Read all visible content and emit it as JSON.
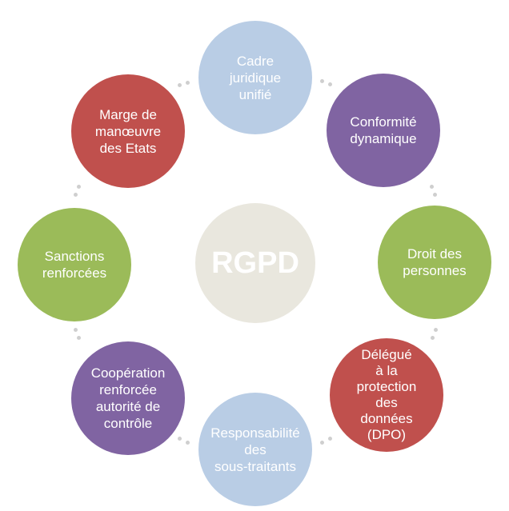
{
  "center": {
    "label": "RGPD"
  },
  "nodes": [
    {
      "id": "cadre-juridique",
      "label": "Cadre\njuridique\nunifié",
      "color": "#b9cde5"
    },
    {
      "id": "conformite",
      "label": "Conformité\ndynamique",
      "color": "#8064a2"
    },
    {
      "id": "droit-personnes",
      "label": "Droit des\npersonnes",
      "color": "#9bbb59"
    },
    {
      "id": "dpo",
      "label": "Délégué\nà la\nprotection\ndes\ndonnées\n(DPO)",
      "color": "#c0504d"
    },
    {
      "id": "responsabilite",
      "label": "Responsabilité\ndes\nsous-traitants",
      "color": "#b9cde5"
    },
    {
      "id": "cooperation",
      "label": "Coopération\nrenforcée\nautorité de\ncontrôle",
      "color": "#8064a2"
    },
    {
      "id": "sanctions",
      "label": "Sanctions\nrenforcées",
      "color": "#9bbb59"
    },
    {
      "id": "marge-manoeuvre",
      "label": "Marge de\nmanœuvre\ndes Etats",
      "color": "#c0504d"
    }
  ],
  "colors": {
    "center_fill": "#e9e7de",
    "connector_dots": "#cfcfcf"
  }
}
